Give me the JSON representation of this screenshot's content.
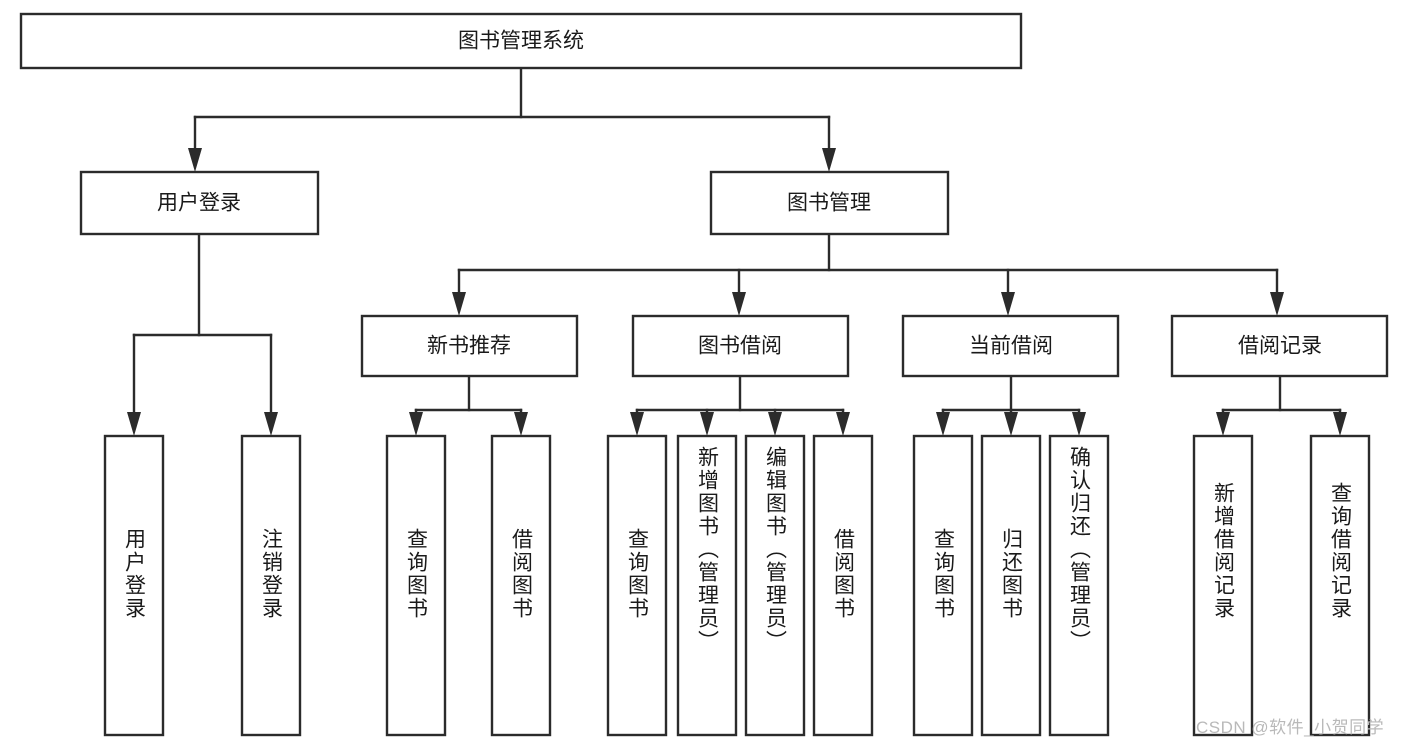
{
  "diagram": {
    "title": "图书管理系统",
    "type": "hierarchy-tree",
    "root": {
      "id": "root",
      "label": "图书管理系统",
      "orientation": "horizontal"
    },
    "level2": [
      {
        "id": "user-login",
        "label": "用户登录",
        "orientation": "horizontal"
      },
      {
        "id": "book-manage",
        "label": "图书管理",
        "orientation": "horizontal"
      }
    ],
    "level3": [
      {
        "id": "new-book-recommend",
        "label": "新书推荐",
        "orientation": "horizontal",
        "parent": "book-manage"
      },
      {
        "id": "book-borrow",
        "label": "图书借阅",
        "orientation": "horizontal",
        "parent": "book-manage"
      },
      {
        "id": "current-borrow",
        "label": "当前借阅",
        "orientation": "horizontal",
        "parent": "book-manage"
      },
      {
        "id": "borrow-record",
        "label": "借阅记录",
        "orientation": "horizontal",
        "parent": "book-manage"
      }
    ],
    "leaves": [
      {
        "id": "leaf-user-login",
        "label": "用户登录",
        "parent": "user-login",
        "orientation": "vertical"
      },
      {
        "id": "leaf-user-logout",
        "label": "注销登录",
        "parent": "user-login",
        "orientation": "vertical"
      },
      {
        "id": "leaf-query-book-1",
        "label": "查询图书",
        "parent": "new-book-recommend",
        "orientation": "vertical"
      },
      {
        "id": "leaf-borrow-book-1",
        "label": "借阅图书",
        "parent": "new-book-recommend",
        "orientation": "vertical"
      },
      {
        "id": "leaf-query-book-2",
        "label": "查询图书",
        "parent": "book-borrow",
        "orientation": "vertical"
      },
      {
        "id": "leaf-add-book",
        "label": "新增图书（管理员）",
        "parent": "book-borrow",
        "orientation": "vertical"
      },
      {
        "id": "leaf-edit-book",
        "label": "编辑图书（管理员）",
        "parent": "book-borrow",
        "orientation": "vertical"
      },
      {
        "id": "leaf-borrow-book-2",
        "label": "借阅图书",
        "parent": "book-borrow",
        "orientation": "vertical"
      },
      {
        "id": "leaf-query-book-3",
        "label": "查询图书",
        "parent": "current-borrow",
        "orientation": "vertical"
      },
      {
        "id": "leaf-return-book",
        "label": "归还图书",
        "parent": "current-borrow",
        "orientation": "vertical"
      },
      {
        "id": "leaf-confirm-return",
        "label": "确认归还（管理员）",
        "parent": "current-borrow",
        "orientation": "vertical"
      },
      {
        "id": "leaf-add-record",
        "label": "新增借阅记录",
        "parent": "borrow-record",
        "orientation": "vertical"
      },
      {
        "id": "leaf-query-record",
        "label": "查询借阅记录",
        "parent": "borrow-record",
        "orientation": "vertical"
      }
    ]
  },
  "watermark": {
    "text": "CSDN @软件_小贺同学",
    "color": "#b9b9b9"
  },
  "style": {
    "box_stroke": "#2b2b2b",
    "box_fill": "#ffffff",
    "text_color": "#1a1a1a",
    "background": "#ffffff"
  }
}
